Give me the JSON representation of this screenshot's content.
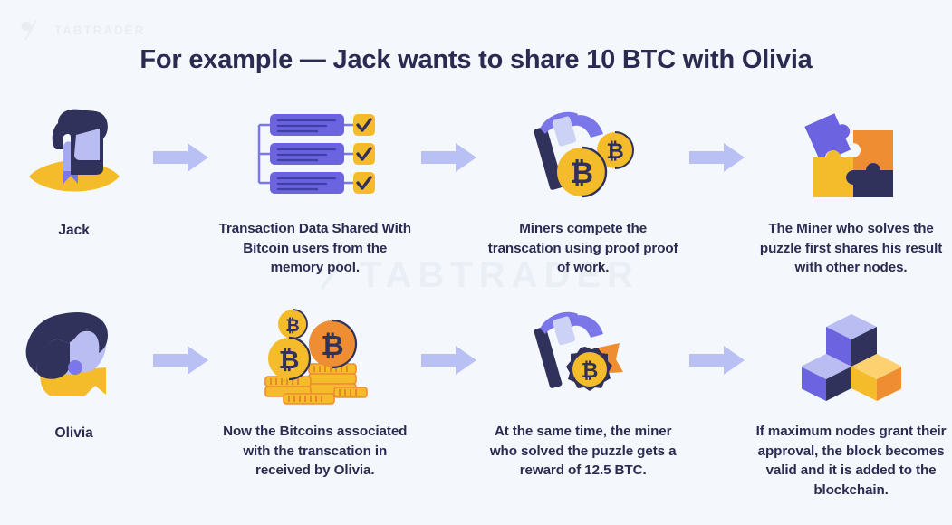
{
  "brand": {
    "name": "TABTRADER",
    "logo_icon": "slash-dot-logo-icon",
    "watermark_text": "TABTRADER"
  },
  "colors": {
    "background": "#f4f8fc",
    "ink": "#2b2b52",
    "navy": "#31325c",
    "purple": "#6c63e0",
    "lavender": "#b9bdf2",
    "arrow": "#b9c0f4",
    "yellow": "#f4bb2a",
    "orange": "#ef8d33",
    "watermark": "#eaeff6"
  },
  "title": "For example — Jack wants to share 10 BTC with Olivia",
  "rows": [
    {
      "id": "row-1",
      "person": {
        "name": "Jack",
        "art": "jack-avatar"
      },
      "steps": [
        {
          "art": "transaction-blocks-art",
          "caption": "Transaction Data Shared With Bitcoin users from the memory pool."
        },
        {
          "art": "pickaxe-coins-art",
          "caption": "Miners compete the transcation using proof proof of work."
        },
        {
          "art": "puzzle-pieces-art",
          "caption": "The Miner who solves the puzzle first shares his result with other nodes."
        }
      ]
    },
    {
      "id": "row-2",
      "person": {
        "name": "Olivia",
        "art": "olivia-avatar"
      },
      "steps": [
        {
          "art": "bitcoin-stacks-art",
          "caption": "Now the Bitcoins associated with the transcation in received by Olivia."
        },
        {
          "art": "pickaxe-reward-art",
          "caption": "At the same time, the miner who solved the puzzle gets a reward of 12.5 BTC."
        },
        {
          "art": "blockchain-cubes-art",
          "caption": "If maximum nodes grant their approval, the block becomes valid and it is added to the blockchain."
        }
      ]
    }
  ]
}
